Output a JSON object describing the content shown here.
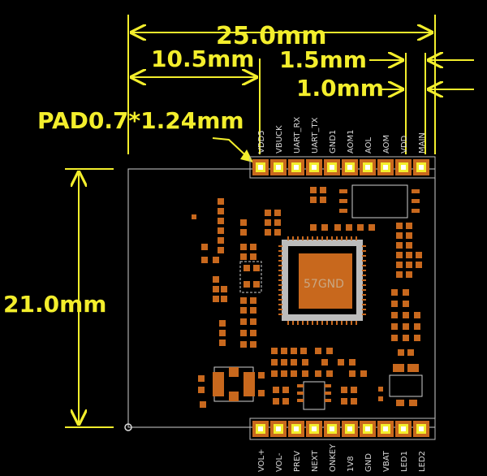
{
  "dimensions": {
    "width_total": "25.0mm",
    "offset_left": "10.5mm",
    "pin_pitch_a": "1.5mm",
    "pin_pitch_b": "1.0mm",
    "pad_size": "PAD0.7*1.24mm",
    "height_total": "21.0mm"
  },
  "top_pins": [
    "VDD5",
    "VBUCK",
    "UART_RX",
    "UART_TX",
    "GND1",
    "AOM1",
    "AOL",
    "AOM",
    "VDD",
    "MAIN"
  ],
  "bottom_pins": [
    "VOL+",
    "VOL-",
    "PREV",
    "NEXT",
    "ONKEY",
    "1V8",
    "GND",
    "VBAT",
    "LED1",
    "LED2"
  ],
  "chip_label": "57GND",
  "colors": {
    "background": "#000000",
    "dimension": "#f3ee2c",
    "pad": "#c8681d",
    "chip_outline": "#bcbcbc",
    "outline": "#cfcfcf"
  }
}
